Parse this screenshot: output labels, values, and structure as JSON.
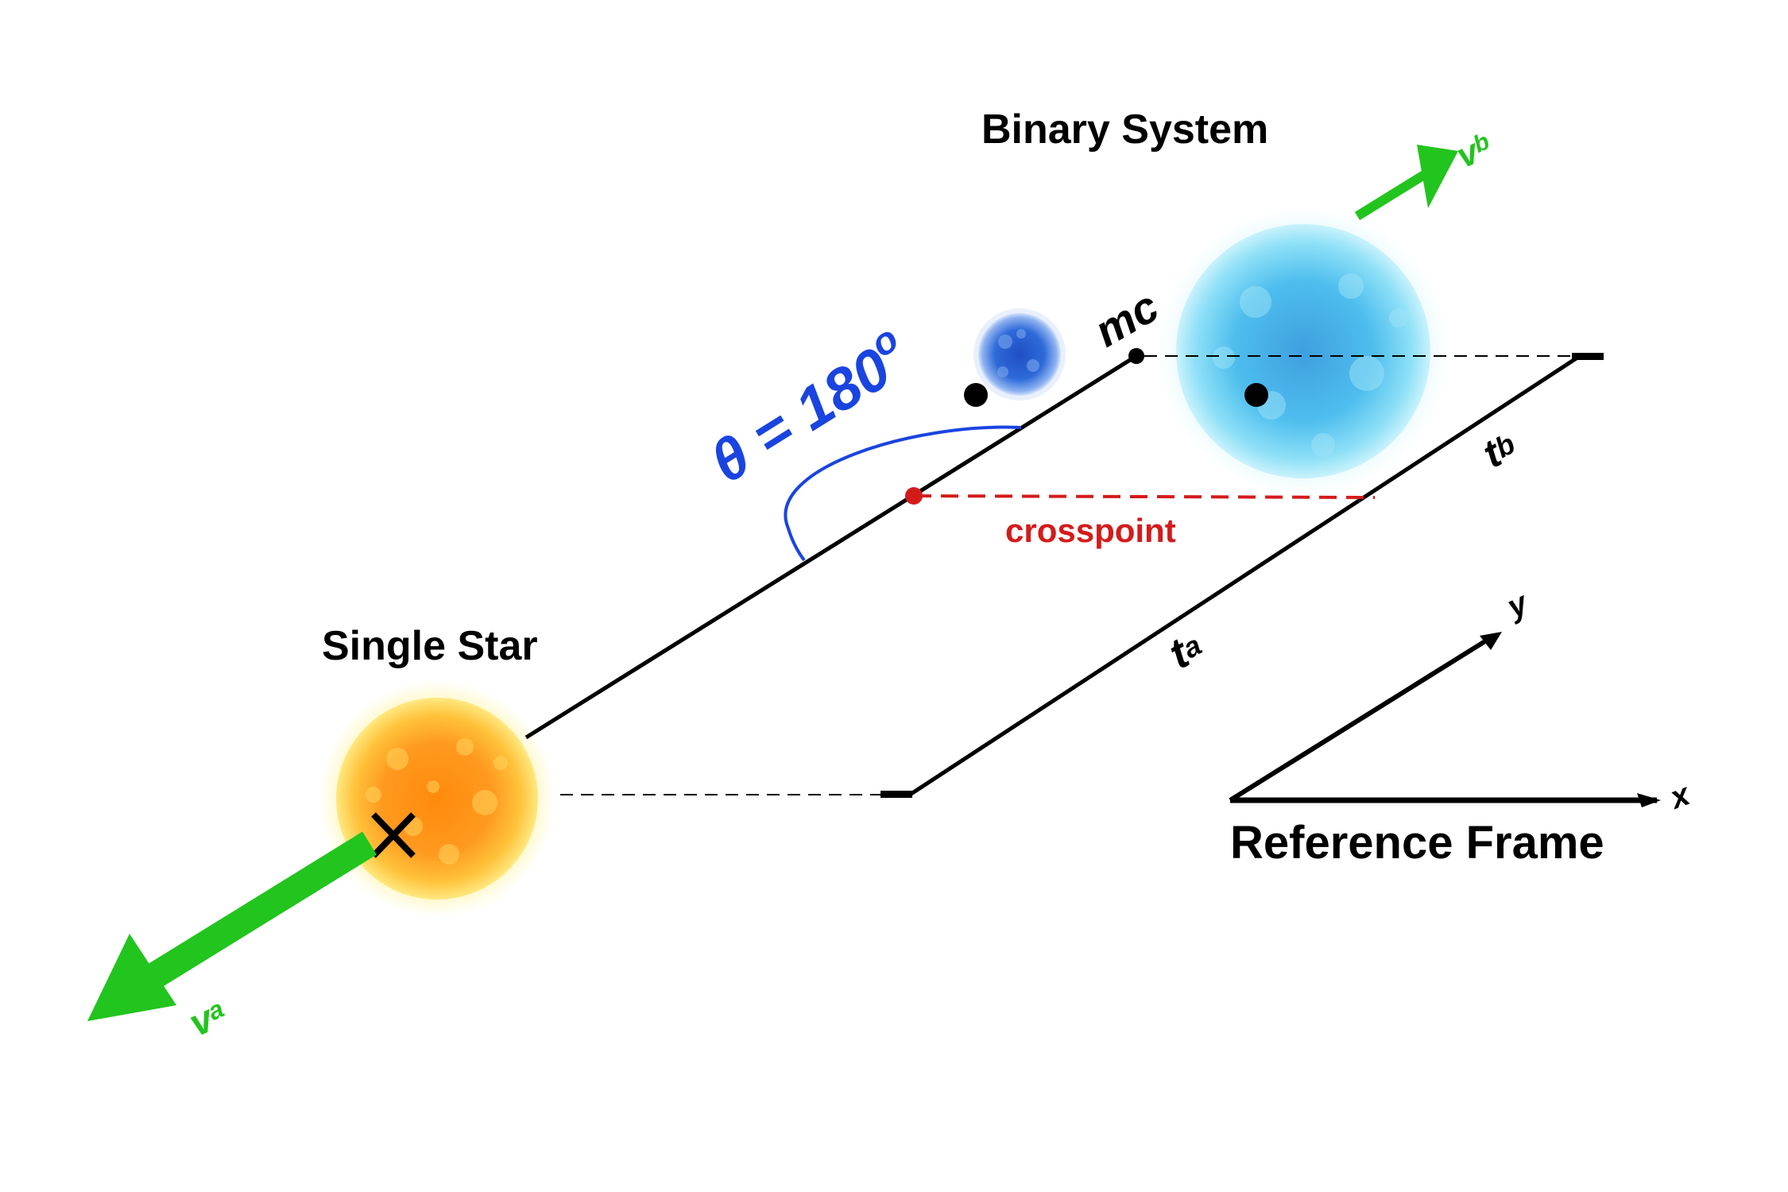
{
  "labels": {
    "binary_system": "Binary System",
    "single_star": "Single Star",
    "reference_frame": "Reference Frame",
    "crosspoint": "crosspoint",
    "mc": "mc",
    "theta": "θ = 180",
    "theta_degree": "o",
    "t_a_base": "t",
    "t_a_sub": "a",
    "t_b_base": "t",
    "t_b_sub": "b",
    "v_a_base": "v",
    "v_a_sub": "a",
    "v_b_base": "v",
    "v_b_sub": "b",
    "axis_x": "x",
    "axis_y": "y"
  },
  "colors": {
    "velocity_arrow": "#22c41e",
    "theta_label": "#1a44e0",
    "angle_arc": "#1a44e0",
    "crosspoint": "#d41b1b",
    "single_star": "#ff9c1a",
    "primary_star": "#4fc6ec",
    "secondary_star": "#2f62d6",
    "lines": "#000000"
  },
  "icons": {
    "single_star_marker": "x-mark-icon",
    "center_of_mass_marker": "dot-icon"
  }
}
